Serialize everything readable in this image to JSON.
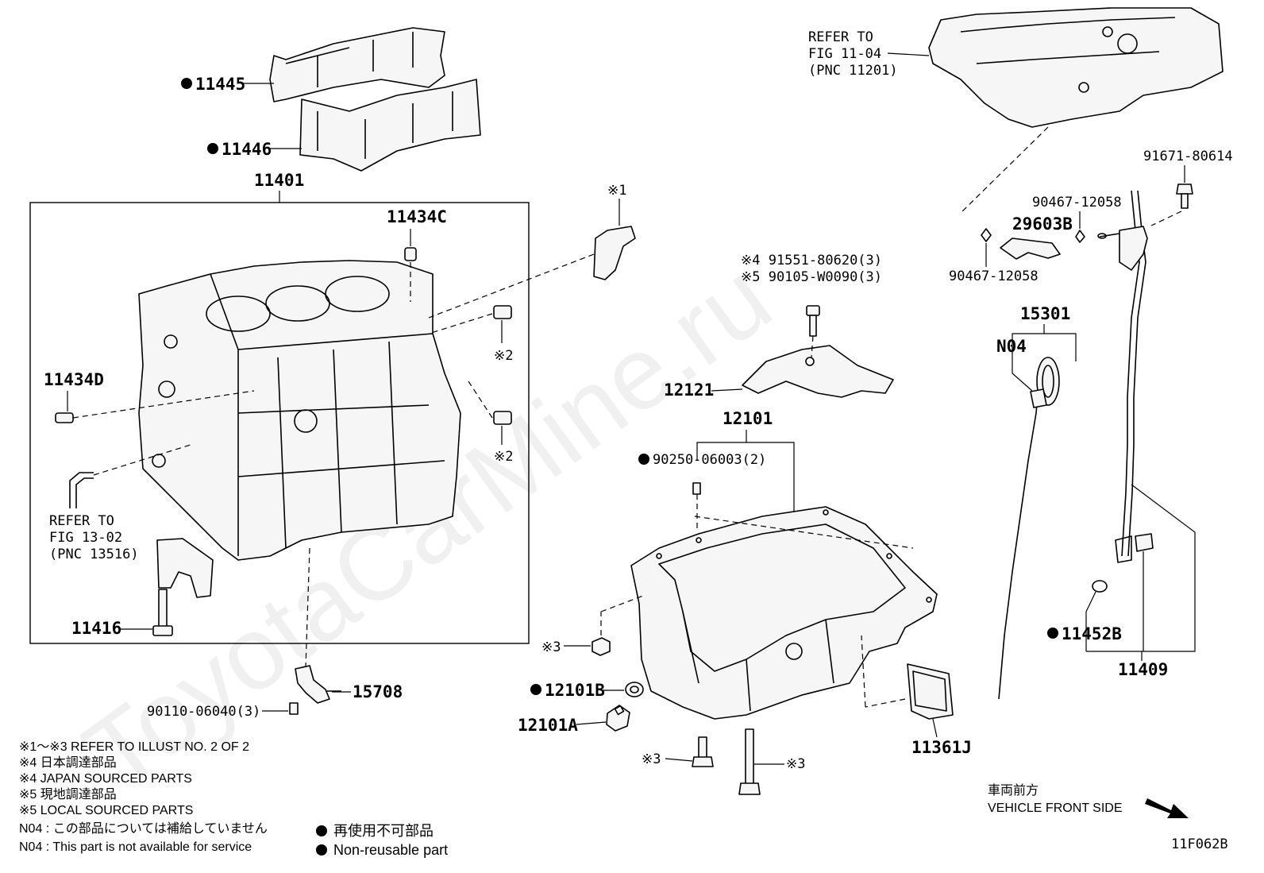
{
  "watermark": "ToyotaCarMine.ru",
  "figure_id": "11F062B",
  "callouts": {
    "p11445": "11445",
    "p11446": "11446",
    "p11401": "11401",
    "p11434C": "11434C",
    "p11434D": "11434D",
    "p11416": "11416",
    "p15708": "15708",
    "p90110": "90110-06040(3)",
    "p12121": "12121",
    "p12101": "12101",
    "p90250": "90250-06003(2)",
    "p12101B": "12101B",
    "p12101A": "12101A",
    "p11361J": "11361J",
    "p91671": "91671-80614",
    "p90467a": "90467-12058",
    "p29603B": "29603B",
    "p90467b": "90467-12058",
    "p15301": "15301",
    "pN04": "N04",
    "p11452B": "11452B",
    "p11409": "11409",
    "p91551": "※4 91551-80620(3)",
    "p90105": "※5 90105-W0090(3)",
    "m1": "※1",
    "m2a": "※2",
    "m2b": "※2",
    "m3a": "※3",
    "m3b": "※3",
    "m3c": "※3"
  },
  "refer_block": {
    "engine_l1": "REFER TO",
    "engine_l2": "FIG 13-02",
    "engine_l3": "(PNC 13516)",
    "head_l1": "REFER TO",
    "head_l2": "FIG 11-04",
    "head_l3": "(PNC 11201)"
  },
  "notes": [
    "※1～※3  REFER TO ILLUST NO. 2 OF 2",
    "※4  日本調達部品",
    "※4  JAPAN SOURCED PARTS",
    "※5  現地調達部品",
    "※5  LOCAL SOURCED PARTS",
    "N04 : この部品については補給していません",
    "N04 : This part is not available for service"
  ],
  "legend": {
    "nonreusable_jp": "再使用不可部品",
    "nonreusable_en": "Non-reusable part"
  },
  "direction": {
    "jp": "車両前方",
    "en": "VEHICLE FRONT SIDE"
  }
}
